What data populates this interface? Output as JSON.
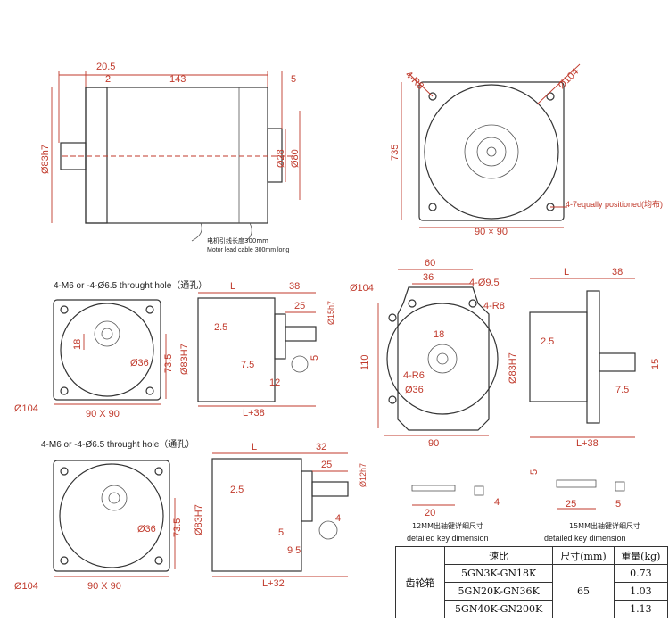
{
  "views": {
    "side_top": {
      "dims": [
        "20.5",
        "2",
        "143",
        "5",
        "Ø83h7",
        "Ø28",
        "Ø80"
      ],
      "cable_note_cn": "电机引线长度300mm",
      "cable_note_en": "Motor lead cable 300mm long"
    },
    "front_top": {
      "dims": [
        "4-R8",
        "Ø104",
        "735",
        "90 × 90"
      ],
      "note_holes": "4-7equally positioned(均布)"
    },
    "gear_left_1": {
      "hole_note": "4-M6 or -4-Ø6.5 throught hole（通孔）",
      "dims": [
        "18",
        "Ø36",
        "73.5",
        "Ø104",
        "90 X 90"
      ]
    },
    "gear_side_1": {
      "dims": [
        "L",
        "38",
        "25",
        "Ø15h7",
        "2.5",
        "Ø83H7",
        "7.5",
        "5",
        "12",
        "L+38"
      ]
    },
    "gear_front_2": {
      "dims": [
        "60",
        "36",
        "4-Ø9.5",
        "Ø104",
        "4-R8",
        "18",
        "110",
        "4-R6",
        "Ø36",
        "90"
      ]
    },
    "gear_side_2": {
      "dims": [
        "L",
        "38",
        "2.5",
        "Ø83H7",
        "15",
        "7.5",
        "L+38"
      ]
    },
    "gear_left_3": {
      "hole_note": "4-M6 or -4-Ø6.5 throught hole（通孔）",
      "dims": [
        "Ø36",
        "73.5",
        "Ø104",
        "90 X 90"
      ]
    },
    "gear_side_3": {
      "dims": [
        "L",
        "32",
        "25",
        "Ø12h7",
        "2.5",
        "Ø83H7",
        "5",
        "9 5",
        "4",
        "L+32"
      ]
    },
    "key_12": {
      "dims": [
        "20",
        "4"
      ],
      "label_cn": "12MM出轴键详细尺寸",
      "label_en": "detailed key dimension"
    },
    "key_15": {
      "dims": [
        "5",
        "25",
        "5"
      ],
      "label_cn": "15MM出轴键详细尺寸",
      "label_en": "detailed key dimension"
    }
  },
  "table": {
    "row_header": "齿轮箱",
    "headers": [
      "速比",
      "尺寸(mm)",
      "重量(kg)"
    ],
    "size_value": "65",
    "rows": [
      {
        "ratio": "5GN3K-GN18K",
        "weight": "0.73"
      },
      {
        "ratio": "5GN20K-GN36K",
        "weight": "1.03"
      },
      {
        "ratio": "5GN40K-GN200K",
        "weight": "1.13"
      }
    ]
  },
  "colors": {
    "dimension": "#c0392b",
    "outline": "#333333",
    "fill": "#f2f2f2"
  }
}
